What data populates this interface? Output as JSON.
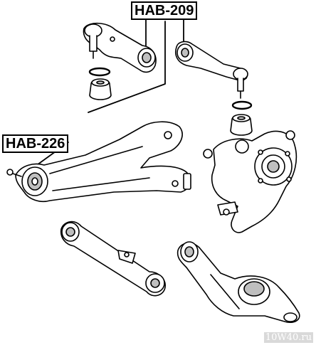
{
  "labels": {
    "upper_arm": "HAB-209",
    "trailing_arm": "HAB-226"
  },
  "watermark": "10W40.ru",
  "colors": {
    "line": "#000000",
    "fill": "#ffffff",
    "shade": "#bfbfbf"
  }
}
